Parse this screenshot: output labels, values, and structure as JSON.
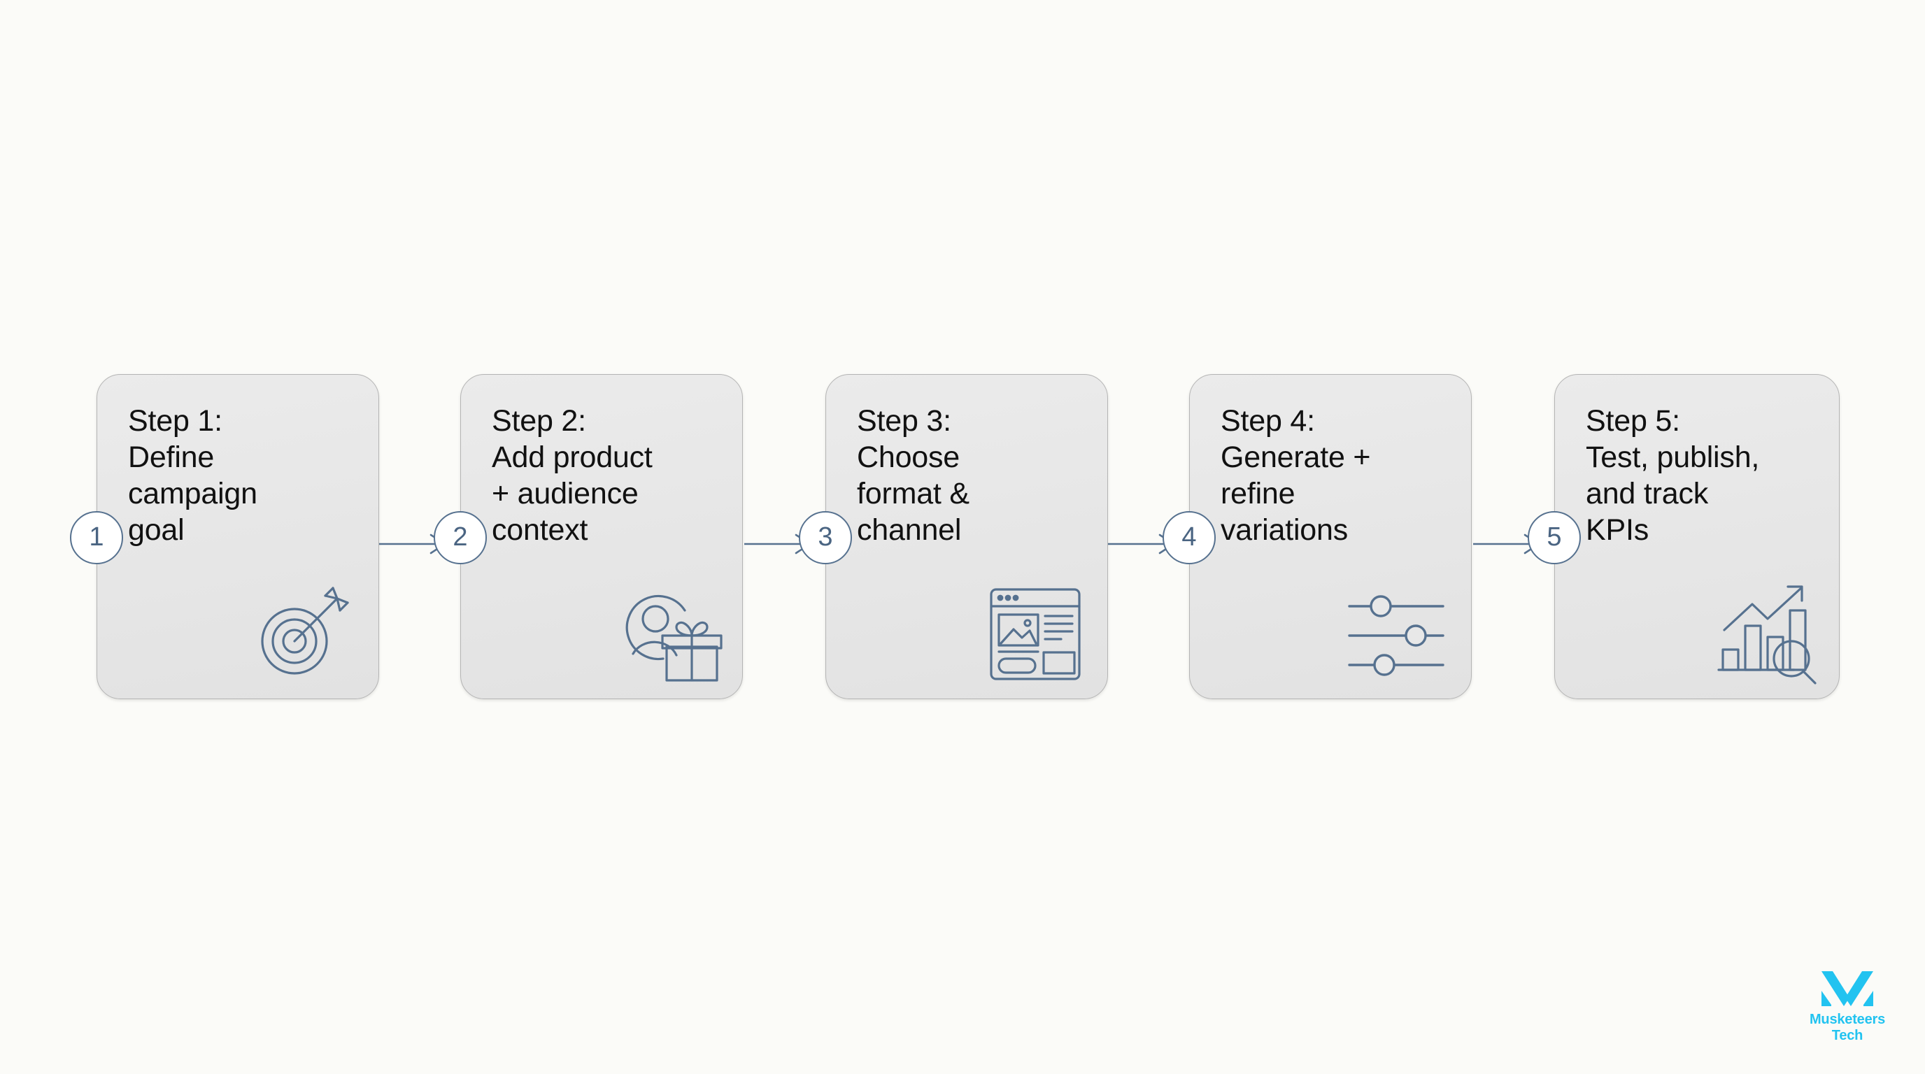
{
  "background_color": "#FBFBF8",
  "diagram": {
    "type": "horizontal-step-flow",
    "accent_color": "#56718f",
    "card_fill": "#E8E8E8",
    "card_border": "#B4B4B4",
    "text_color": "#111111",
    "steps": [
      {
        "number": "1",
        "title": "Step 1:\nDefine\ncampaign\ngoal",
        "icon": "target-arrow-icon"
      },
      {
        "number": "2",
        "title": "Step 2:\nAdd product\n+ audience\ncontext",
        "icon": "audience-gift-icon"
      },
      {
        "number": "3",
        "title": "Step 3:\nChoose\nformat &\nchannel",
        "icon": "layout-browser-icon"
      },
      {
        "number": "4",
        "title": "Step 4:\nGenerate +\nrefine\nvariations",
        "icon": "sliders-icon"
      },
      {
        "number": "5",
        "title": "Step 5:\nTest, publish,\nand track\nKPIs",
        "icon": "chart-search-icon"
      }
    ],
    "connectors": [
      {
        "from": "1",
        "to": "2",
        "icon": "arrow-right-icon"
      },
      {
        "from": "2",
        "to": "3",
        "icon": "arrow-right-icon"
      },
      {
        "from": "3",
        "to": "4",
        "icon": "arrow-right-icon"
      },
      {
        "from": "4",
        "to": "5",
        "icon": "arrow-right-icon"
      }
    ]
  },
  "brand": {
    "name": "Musketeers\nTech",
    "color": "#22C3F0",
    "mark": "musketeers-m-logo-icon"
  }
}
